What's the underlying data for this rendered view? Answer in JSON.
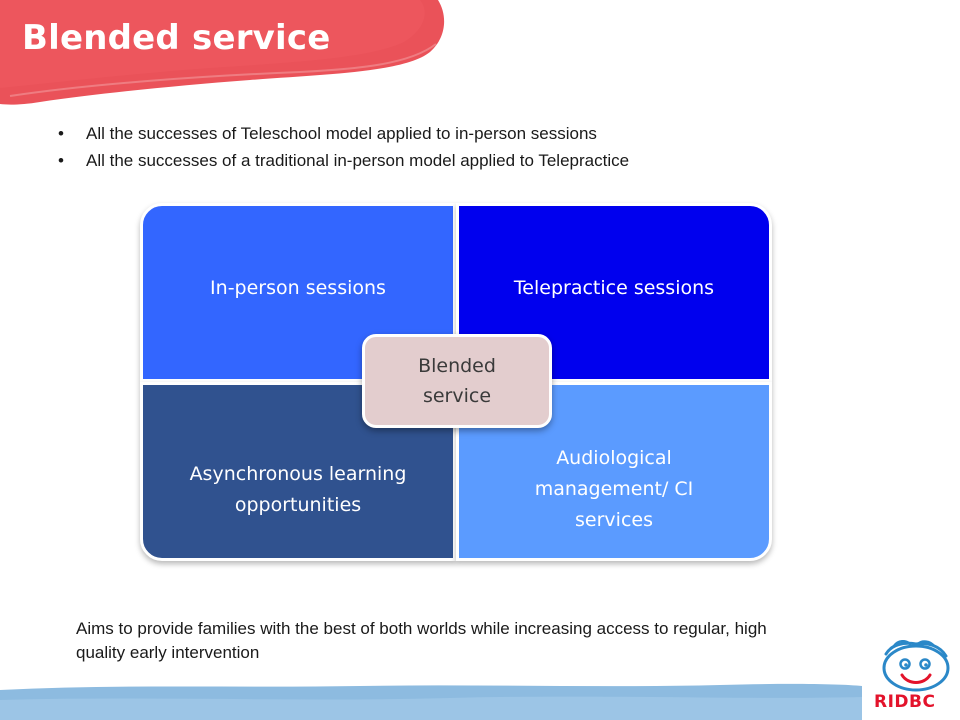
{
  "slide": {
    "title": "Blended service",
    "bullets": [
      "All the successes of  Teleschool model applied to in-person sessions",
      "All the successes of a traditional in-person model applied to Telepractice"
    ],
    "matrix": {
      "top_left": "In-person sessions",
      "top_right": "Telepractice sessions",
      "bottom_left": "Asynchronous learning opportunities",
      "bottom_right": "Audiological management/     CI services",
      "center": "Blended service"
    },
    "aims": "Aims to provide families with the best of both worlds while increasing access to regular, high quality early intervention"
  },
  "logo": {
    "text": "RIDBC",
    "icon": "ridbc-child-face-logo"
  },
  "colors": {
    "title_banner": "#e8454c",
    "top_left": "#3366ff",
    "top_right": "#0000ee",
    "bottom_left": "#30528f",
    "bottom_right": "#5b9bff",
    "center": "#e3cdce",
    "footer_band": "#8dbbe0",
    "logo_red": "#e3132b",
    "logo_blue": "#2b88c8"
  }
}
